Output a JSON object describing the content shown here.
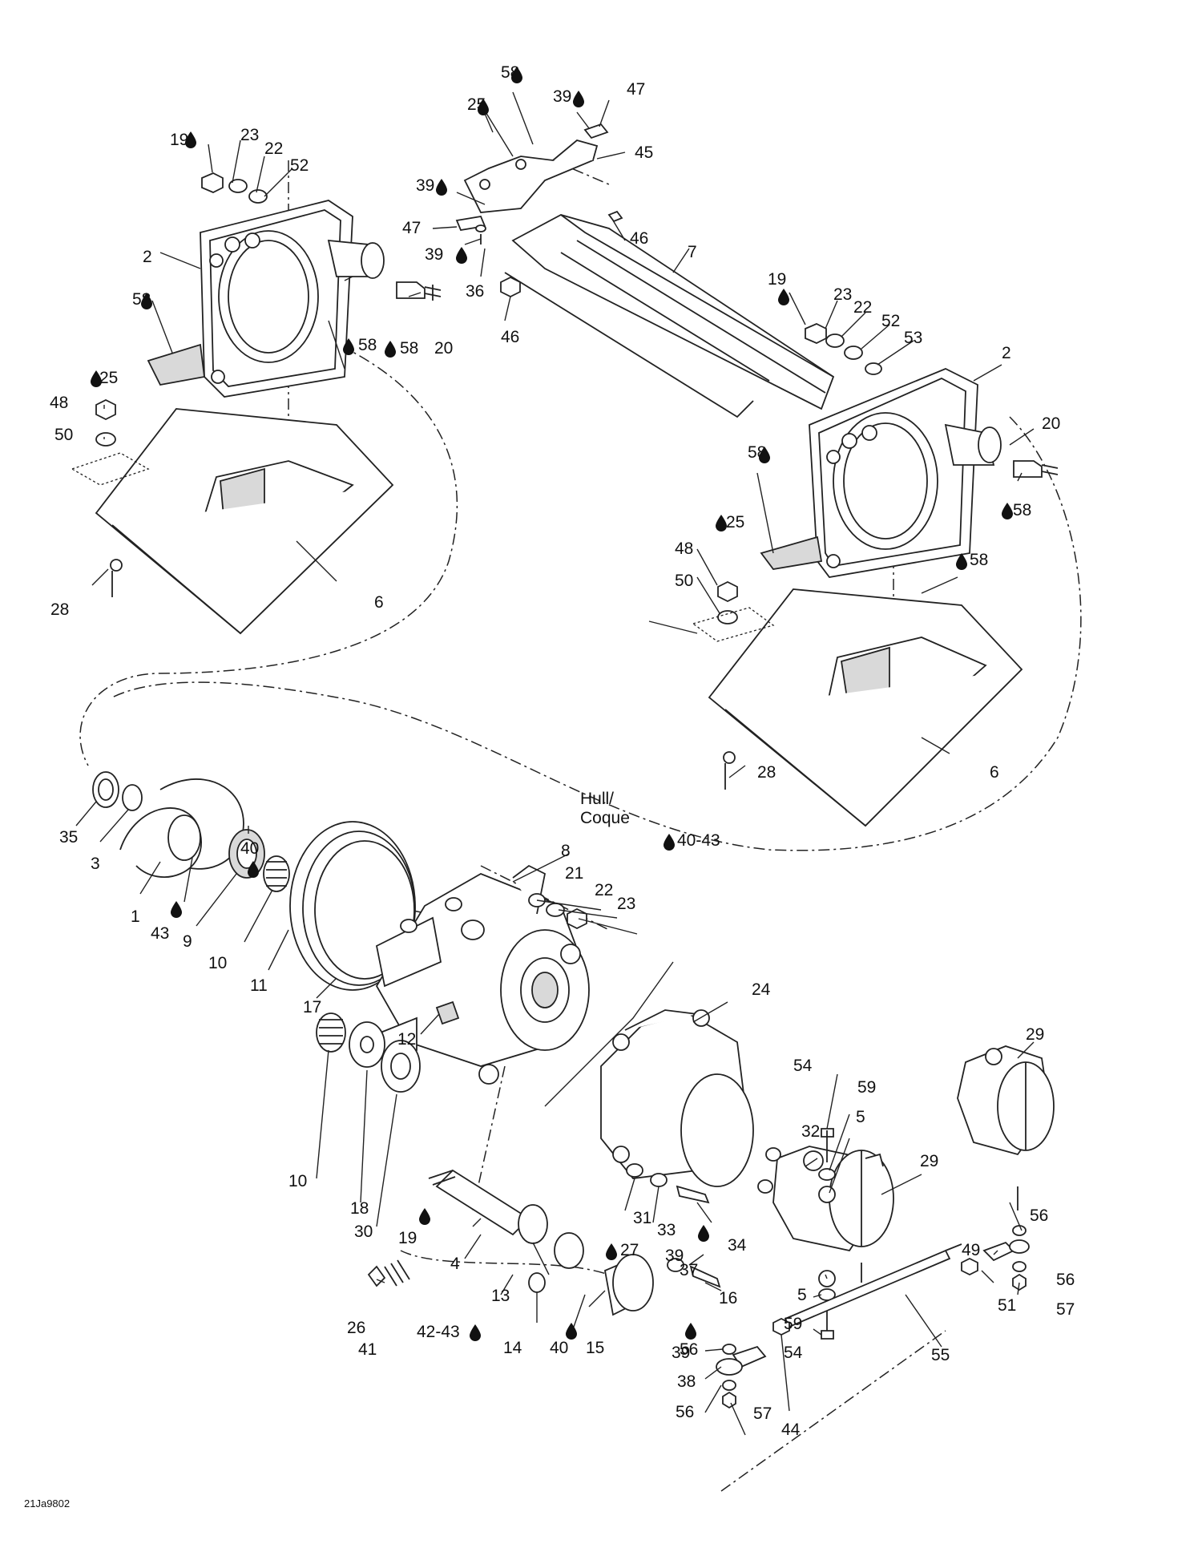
{
  "drawing_code": "21Ja9802",
  "parts": {
    "c1": "1",
    "c2a": "2",
    "c2b": "2",
    "c3": "3",
    "c4": "4",
    "c5a": "5",
    "c5b": "5",
    "c6a": "6",
    "c6b": "6",
    "c7": "7",
    "c8": "8",
    "c9": "9",
    "c10a": "10",
    "c10b": "10",
    "c11": "11",
    "c12": "12",
    "c13": "13",
    "c14": "14",
    "c15": "15",
    "c16": "16",
    "c17": "17",
    "c18": "18",
    "c19a": "19",
    "c19b": "19",
    "c19c": "19",
    "c20a": "20",
    "c20b": "20",
    "c21": "21",
    "c22a": "22",
    "c22b": "22",
    "c22c": "22",
    "c23a": "23",
    "c23b": "23",
    "c23c": "23",
    "c24": "24",
    "c25a": "25",
    "c25b": "25",
    "c25c": "25",
    "c26": "26",
    "c27": "27",
    "c28a": "28",
    "c28b": "28",
    "c29a": "29",
    "c29b": "29",
    "c30": "30",
    "c31": "31",
    "c32": "32",
    "c33": "33",
    "c34": "34",
    "c35": "35",
    "c36": "36",
    "c37": "37",
    "c38": "38",
    "c39a": "39",
    "c39b": "39",
    "c39c": "39",
    "c39d": "39",
    "c39e": "39",
    "c40a": "40",
    "c40b": "40",
    "c40_43": "40-43",
    "c41": "41",
    "c42_43": "42-43",
    "c43a": "43",
    "c44": "44",
    "c45": "45",
    "c46a": "46",
    "c46b": "46",
    "c47a": "47",
    "c47b": "47",
    "c48a": "48",
    "c48b": "48",
    "c49": "49",
    "c50a": "50",
    "c50b": "50",
    "c51": "51",
    "c52a": "52",
    "c52b": "52",
    "c53": "53",
    "c54a": "54",
    "c54b": "54",
    "c55": "55",
    "c56a": "56",
    "c56b": "56",
    "c56c": "56",
    "c56d": "56",
    "c57a": "57",
    "c57b": "57",
    "c58a": "58",
    "c58b": "58",
    "c58c": "58",
    "c58d": "58",
    "c58e": "58",
    "c58f": "58",
    "c58g": "58",
    "c59a": "59",
    "c59b": "59"
  },
  "hull_label": {
    "line1": "Hull/",
    "line2": "Coque"
  }
}
